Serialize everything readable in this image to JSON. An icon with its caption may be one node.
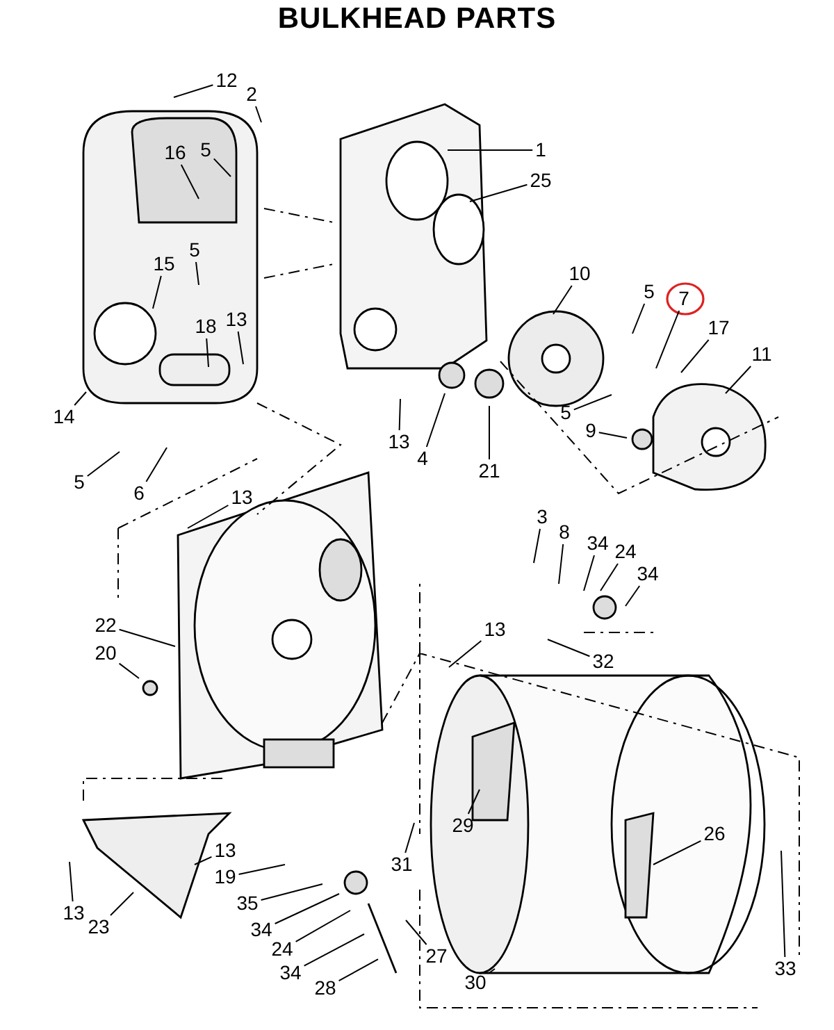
{
  "diagram": {
    "title": "BULKHEAD PARTS",
    "nodes": [
      {
        "text": [
          "12"
        ]
      },
      {
        "text": [
          "2"
        ]
      },
      {
        "text": [
          "16"
        ]
      },
      {
        "text": [
          "5"
        ]
      },
      {
        "text": [
          "1"
        ]
      },
      {
        "text": [
          "25"
        ]
      },
      {
        "text": [
          "5"
        ]
      },
      {
        "text": [
          "15"
        ]
      },
      {
        "text": [
          "18"
        ]
      },
      {
        "text": [
          "13"
        ]
      },
      {
        "text": [
          "10"
        ]
      },
      {
        "text": [
          "5"
        ]
      },
      {
        "text": [
          "7"
        ]
      },
      {
        "text": [
          "17"
        ]
      },
      {
        "text": [
          "11"
        ]
      },
      {
        "text": [
          "14"
        ]
      },
      {
        "text": [
          "5"
        ]
      },
      {
        "text": [
          "13"
        ]
      },
      {
        "text": [
          "6"
        ]
      },
      {
        "text": [
          "4"
        ]
      },
      {
        "text": [
          "21"
        ]
      },
      {
        "text": [
          "5"
        ]
      },
      {
        "text": [
          "9"
        ]
      },
      {
        "text": [
          "13"
        ]
      },
      {
        "text": [
          "3"
        ]
      },
      {
        "text": [
          "8"
        ]
      },
      {
        "text": [
          "34"
        ]
      },
      {
        "text": [
          "24"
        ]
      },
      {
        "text": [
          "34"
        ]
      },
      {
        "text": [
          "22"
        ]
      },
      {
        "text": [
          "20"
        ]
      },
      {
        "text": [
          "13"
        ]
      },
      {
        "text": [
          "32"
        ]
      },
      {
        "text": [
          "29"
        ]
      },
      {
        "text": [
          "26"
        ]
      },
      {
        "text": [
          "13"
        ]
      },
      {
        "text": [
          "19"
        ]
      },
      {
        "text": [
          "35"
        ]
      },
      {
        "text": [
          "34"
        ]
      },
      {
        "text": [
          "24"
        ]
      },
      {
        "text": [
          "27"
        ]
      },
      {
        "text": [
          "31"
        ]
      },
      {
        "text": [
          "34"
        ]
      },
      {
        "text": [
          "28"
        ]
      },
      {
        "text": [
          "30"
        ]
      },
      {
        "text": [
          "13"
        ]
      },
      {
        "text": [
          "23"
        ]
      },
      {
        "text": [
          "33"
        ]
      }
    ],
    "edges": [
      {
        "from": 0,
        "to": null,
        "arrow": "none"
      },
      {
        "from": 1,
        "to": null,
        "arrow": "none"
      },
      {
        "from": 2,
        "to": null,
        "arrow": "none"
      },
      {
        "from": 3,
        "to": null,
        "arrow": "none"
      },
      {
        "from": 4,
        "to": null,
        "arrow": "none"
      },
      {
        "from": 5,
        "to": null,
        "arrow": "none"
      },
      {
        "from": 6,
        "to": null,
        "arrow": "none"
      },
      {
        "from": 7,
        "to": null,
        "arrow": "none"
      },
      {
        "from": 8,
        "to": null,
        "arrow": "none"
      },
      {
        "from": 9,
        "to": null,
        "arrow": "none"
      },
      {
        "from": 10,
        "to": null,
        "arrow": "none"
      },
      {
        "from": 11,
        "to": null,
        "arrow": "none"
      },
      {
        "from": 12,
        "to": null,
        "arrow": "none"
      },
      {
        "from": 13,
        "to": null,
        "arrow": "none"
      },
      {
        "from": 14,
        "to": null,
        "arrow": "none"
      },
      {
        "from": 15,
        "to": null,
        "arrow": "none"
      },
      {
        "from": 16,
        "to": null,
        "arrow": "none"
      },
      {
        "from": 17,
        "to": null,
        "arrow": "none"
      },
      {
        "from": 18,
        "to": null,
        "arrow": "none"
      },
      {
        "from": 19,
        "to": null,
        "arrow": "none"
      },
      {
        "from": 20,
        "to": null,
        "arrow": "none"
      },
      {
        "from": 21,
        "to": null,
        "arrow": "none"
      },
      {
        "from": 22,
        "to": null,
        "arrow": "none"
      },
      {
        "from": 23,
        "to": null,
        "arrow": "none"
      },
      {
        "from": 24,
        "to": null,
        "arrow": "none"
      },
      {
        "from": 25,
        "to": null,
        "arrow": "none"
      },
      {
        "from": 26,
        "to": null,
        "arrow": "none"
      },
      {
        "from": 27,
        "to": null,
        "arrow": "none"
      },
      {
        "from": 28,
        "to": null,
        "arrow": "none"
      },
      {
        "from": 29,
        "to": null,
        "arrow": "none"
      },
      {
        "from": 30,
        "to": null,
        "arrow": "none"
      },
      {
        "from": 31,
        "to": null,
        "arrow": "none"
      },
      {
        "from": 32,
        "to": null,
        "arrow": "none"
      },
      {
        "from": 33,
        "to": null,
        "arrow": "none"
      },
      {
        "from": 34,
        "to": null,
        "arrow": "none"
      },
      {
        "from": 35,
        "to": null,
        "arrow": "none"
      },
      {
        "from": 36,
        "to": null,
        "arrow": "none"
      },
      {
        "from": 37,
        "to": null,
        "arrow": "none"
      },
      {
        "from": 38,
        "to": null,
        "arrow": "none"
      },
      {
        "from": 39,
        "to": null,
        "arrow": "none"
      },
      {
        "from": 40,
        "to": null,
        "arrow": "none"
      },
      {
        "from": 41,
        "to": null,
        "arrow": "none"
      },
      {
        "from": 42,
        "to": null,
        "arrow": "none"
      },
      {
        "from": 43,
        "to": null,
        "arrow": "none"
      },
      {
        "from": 44,
        "to": null,
        "arrow": "none"
      },
      {
        "from": 45,
        "to": null,
        "arrow": "none"
      },
      {
        "from": 46,
        "to": null,
        "arrow": "none"
      },
      {
        "from": 47,
        "to": null,
        "arrow": "none"
      }
    ]
  }
}
